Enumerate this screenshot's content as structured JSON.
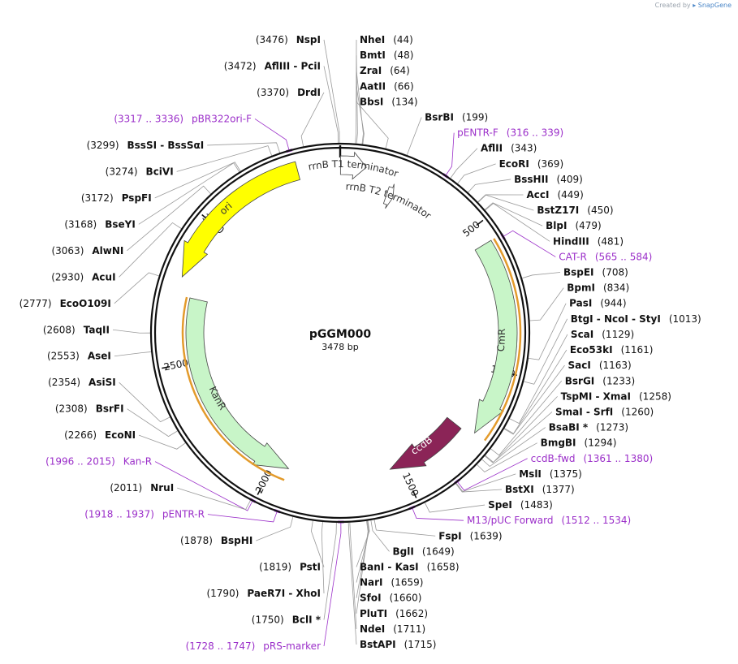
{
  "credit": {
    "prefix": "Created by",
    "brand": "SnapGene"
  },
  "plasmid": {
    "name": "pGGM000",
    "length": 3478,
    "length_label": "3478 bp"
  },
  "ticks": [
    500,
    1000,
    1500,
    2000,
    2500,
    3000
  ],
  "features": [
    {
      "name": "ori",
      "start": 2797,
      "end": 3336,
      "strand": -1,
      "track": "outer",
      "color": "#ffff00",
      "label_color": "#333"
    },
    {
      "name": "rrnB T1 terminator",
      "start": 1,
      "end": 87,
      "strand": 1,
      "track": "outer",
      "color": "#ffffff",
      "label_color": "#333"
    },
    {
      "name": "rrnB T2 terminator",
      "start": 179,
      "end": 206,
      "strand": 1,
      "track": "inner",
      "color": "#ffffff",
      "label_color": "#333"
    },
    {
      "name": "CmR",
      "start": 565,
      "end": 1224,
      "strand": 1,
      "track": "outer",
      "color": "#c8f5c8",
      "label_color": "#333"
    },
    {
      "name": "ccdB",
      "start": 1240,
      "end": 1545,
      "strand": 1,
      "track": "inner",
      "color": "#8b2457",
      "label_color": "#ffffff"
    },
    {
      "name": "KanR",
      "start": 1940,
      "end": 2735,
      "strand": -1,
      "track": "inner",
      "color": "#c8f5c8",
      "label_color": "#333"
    }
  ],
  "enzymes_right": [
    {
      "name": "NheI",
      "pos": "(44)",
      "site": 44
    },
    {
      "name": "BmtI",
      "pos": "(48)",
      "site": 48
    },
    {
      "name": "ZraI",
      "pos": "(64)",
      "site": 64
    },
    {
      "name": "AatII",
      "pos": "(66)",
      "site": 66
    },
    {
      "name": "BbsI",
      "pos": "(134)",
      "site": 134
    },
    {
      "name": "BsrBI",
      "pos": "(199)",
      "site": 199
    },
    {
      "name": "pENTR-F",
      "pos": "(316 .. 339)",
      "site": 327,
      "primer": true
    },
    {
      "name": "AflII",
      "pos": "(343)",
      "site": 343
    },
    {
      "name": "EcoRI",
      "pos": "(369)",
      "site": 369
    },
    {
      "name": "BssHII",
      "pos": "(409)",
      "site": 409
    },
    {
      "name": "AccI",
      "pos": "(449)",
      "site": 449
    },
    {
      "name": "BstZ17I",
      "pos": "(450)",
      "site": 450
    },
    {
      "name": "BlpI",
      "pos": "(479)",
      "site": 479
    },
    {
      "name": "HindIII",
      "pos": "(481)",
      "site": 481
    },
    {
      "name": "CAT-R",
      "pos": "(565 .. 584)",
      "site": 574,
      "primer": true
    },
    {
      "name": "BspEI",
      "pos": "(708)",
      "site": 708
    },
    {
      "name": "BpmI",
      "pos": "(834)",
      "site": 834
    },
    {
      "name": "PasI",
      "pos": "(944)",
      "site": 944
    },
    {
      "name": "BtgI  - NcoI  - StyI",
      "pos": "(1013)",
      "site": 1013
    },
    {
      "name": "ScaI",
      "pos": "(1129)",
      "site": 1129
    },
    {
      "name": "Eco53kI",
      "pos": "(1161)",
      "site": 1161
    },
    {
      "name": "SacI",
      "pos": "(1163)",
      "site": 1163
    },
    {
      "name": "BsrGI",
      "pos": "(1233)",
      "site": 1233
    },
    {
      "name": "TspMI  - XmaI",
      "pos": "(1258)",
      "site": 1258
    },
    {
      "name": "SmaI  - SrfI",
      "pos": "(1260)",
      "site": 1260
    },
    {
      "name": "BsaBI *",
      "pos": "(1273)",
      "site": 1273
    },
    {
      "name": "BmgBI",
      "pos": "(1294)",
      "site": 1294
    },
    {
      "name": "ccdB-fwd",
      "pos": "(1361 .. 1380)",
      "site": 1370,
      "primer": true
    },
    {
      "name": "MslI",
      "pos": "(1375)",
      "site": 1375
    },
    {
      "name": "BstXI",
      "pos": "(1377)",
      "site": 1377
    },
    {
      "name": "SpeI",
      "pos": "(1483)",
      "site": 1483
    },
    {
      "name": "M13/pUC Forward",
      "pos": "(1512 .. 1534)",
      "site": 1523,
      "primer": true
    },
    {
      "name": "FspI",
      "pos": "(1639)",
      "site": 1639
    },
    {
      "name": "BglI",
      "pos": "(1649)",
      "site": 1649
    },
    {
      "name": "BanI  - KasI",
      "pos": "(1658)",
      "site": 1658
    },
    {
      "name": "NarI",
      "pos": "(1659)",
      "site": 1659
    },
    {
      "name": "SfoI",
      "pos": "(1660)",
      "site": 1660
    },
    {
      "name": "PluTI",
      "pos": "(1662)",
      "site": 1662
    },
    {
      "name": "NdeI",
      "pos": "(1711)",
      "site": 1711
    },
    {
      "name": "BstAPI",
      "pos": "(1715)",
      "site": 1715
    }
  ],
  "enzymes_left": [
    {
      "name": "NspI",
      "pos": "(3476)",
      "site": 3476
    },
    {
      "name": "AflIII  - PciI",
      "pos": "(3472)",
      "site": 3472
    },
    {
      "name": "DrdI",
      "pos": "(3370)",
      "site": 3370
    },
    {
      "name": "pBR322ori-F",
      "pos": "(3317 .. 3336)",
      "site": 3327,
      "primer": true
    },
    {
      "name": "BssSI  - BssSαI",
      "pos": "(3299)",
      "site": 3299
    },
    {
      "name": "BciVI",
      "pos": "(3274)",
      "site": 3274
    },
    {
      "name": "PspFI",
      "pos": "(3172)",
      "site": 3172
    },
    {
      "name": "BseYI",
      "pos": "(3168)",
      "site": 3168
    },
    {
      "name": "AlwNI",
      "pos": "(3063)",
      "site": 3063
    },
    {
      "name": "AcuI",
      "pos": "(2930)",
      "site": 2930
    },
    {
      "name": "EcoO109I",
      "pos": "(2777)",
      "site": 2777
    },
    {
      "name": "TaqII",
      "pos": "(2608)",
      "site": 2608
    },
    {
      "name": "AseI",
      "pos": "(2553)",
      "site": 2553
    },
    {
      "name": "AsiSI",
      "pos": "(2354)",
      "site": 2354
    },
    {
      "name": "BsrFI",
      "pos": "(2308)",
      "site": 2308
    },
    {
      "name": "EcoNI",
      "pos": "(2266)",
      "site": 2266
    },
    {
      "name": "Kan-R",
      "pos": "(1996 .. 2015)",
      "site": 2005,
      "primer": true
    },
    {
      "name": "NruI",
      "pos": "(2011)",
      "site": 2011
    },
    {
      "name": "pENTR-R",
      "pos": "(1918 .. 1937)",
      "site": 1927,
      "primer": true
    },
    {
      "name": "BspHI",
      "pos": "(1878)",
      "site": 1878
    },
    {
      "name": "PstI",
      "pos": "(1819)",
      "site": 1819
    },
    {
      "name": "PaeR7I  - XhoI",
      "pos": "(1790)",
      "site": 1790
    },
    {
      "name": "BclI *",
      "pos": "(1750)",
      "site": 1750
    },
    {
      "name": "pRS-marker",
      "pos": "(1728 .. 1747)",
      "site": 1737,
      "primer": true
    }
  ]
}
